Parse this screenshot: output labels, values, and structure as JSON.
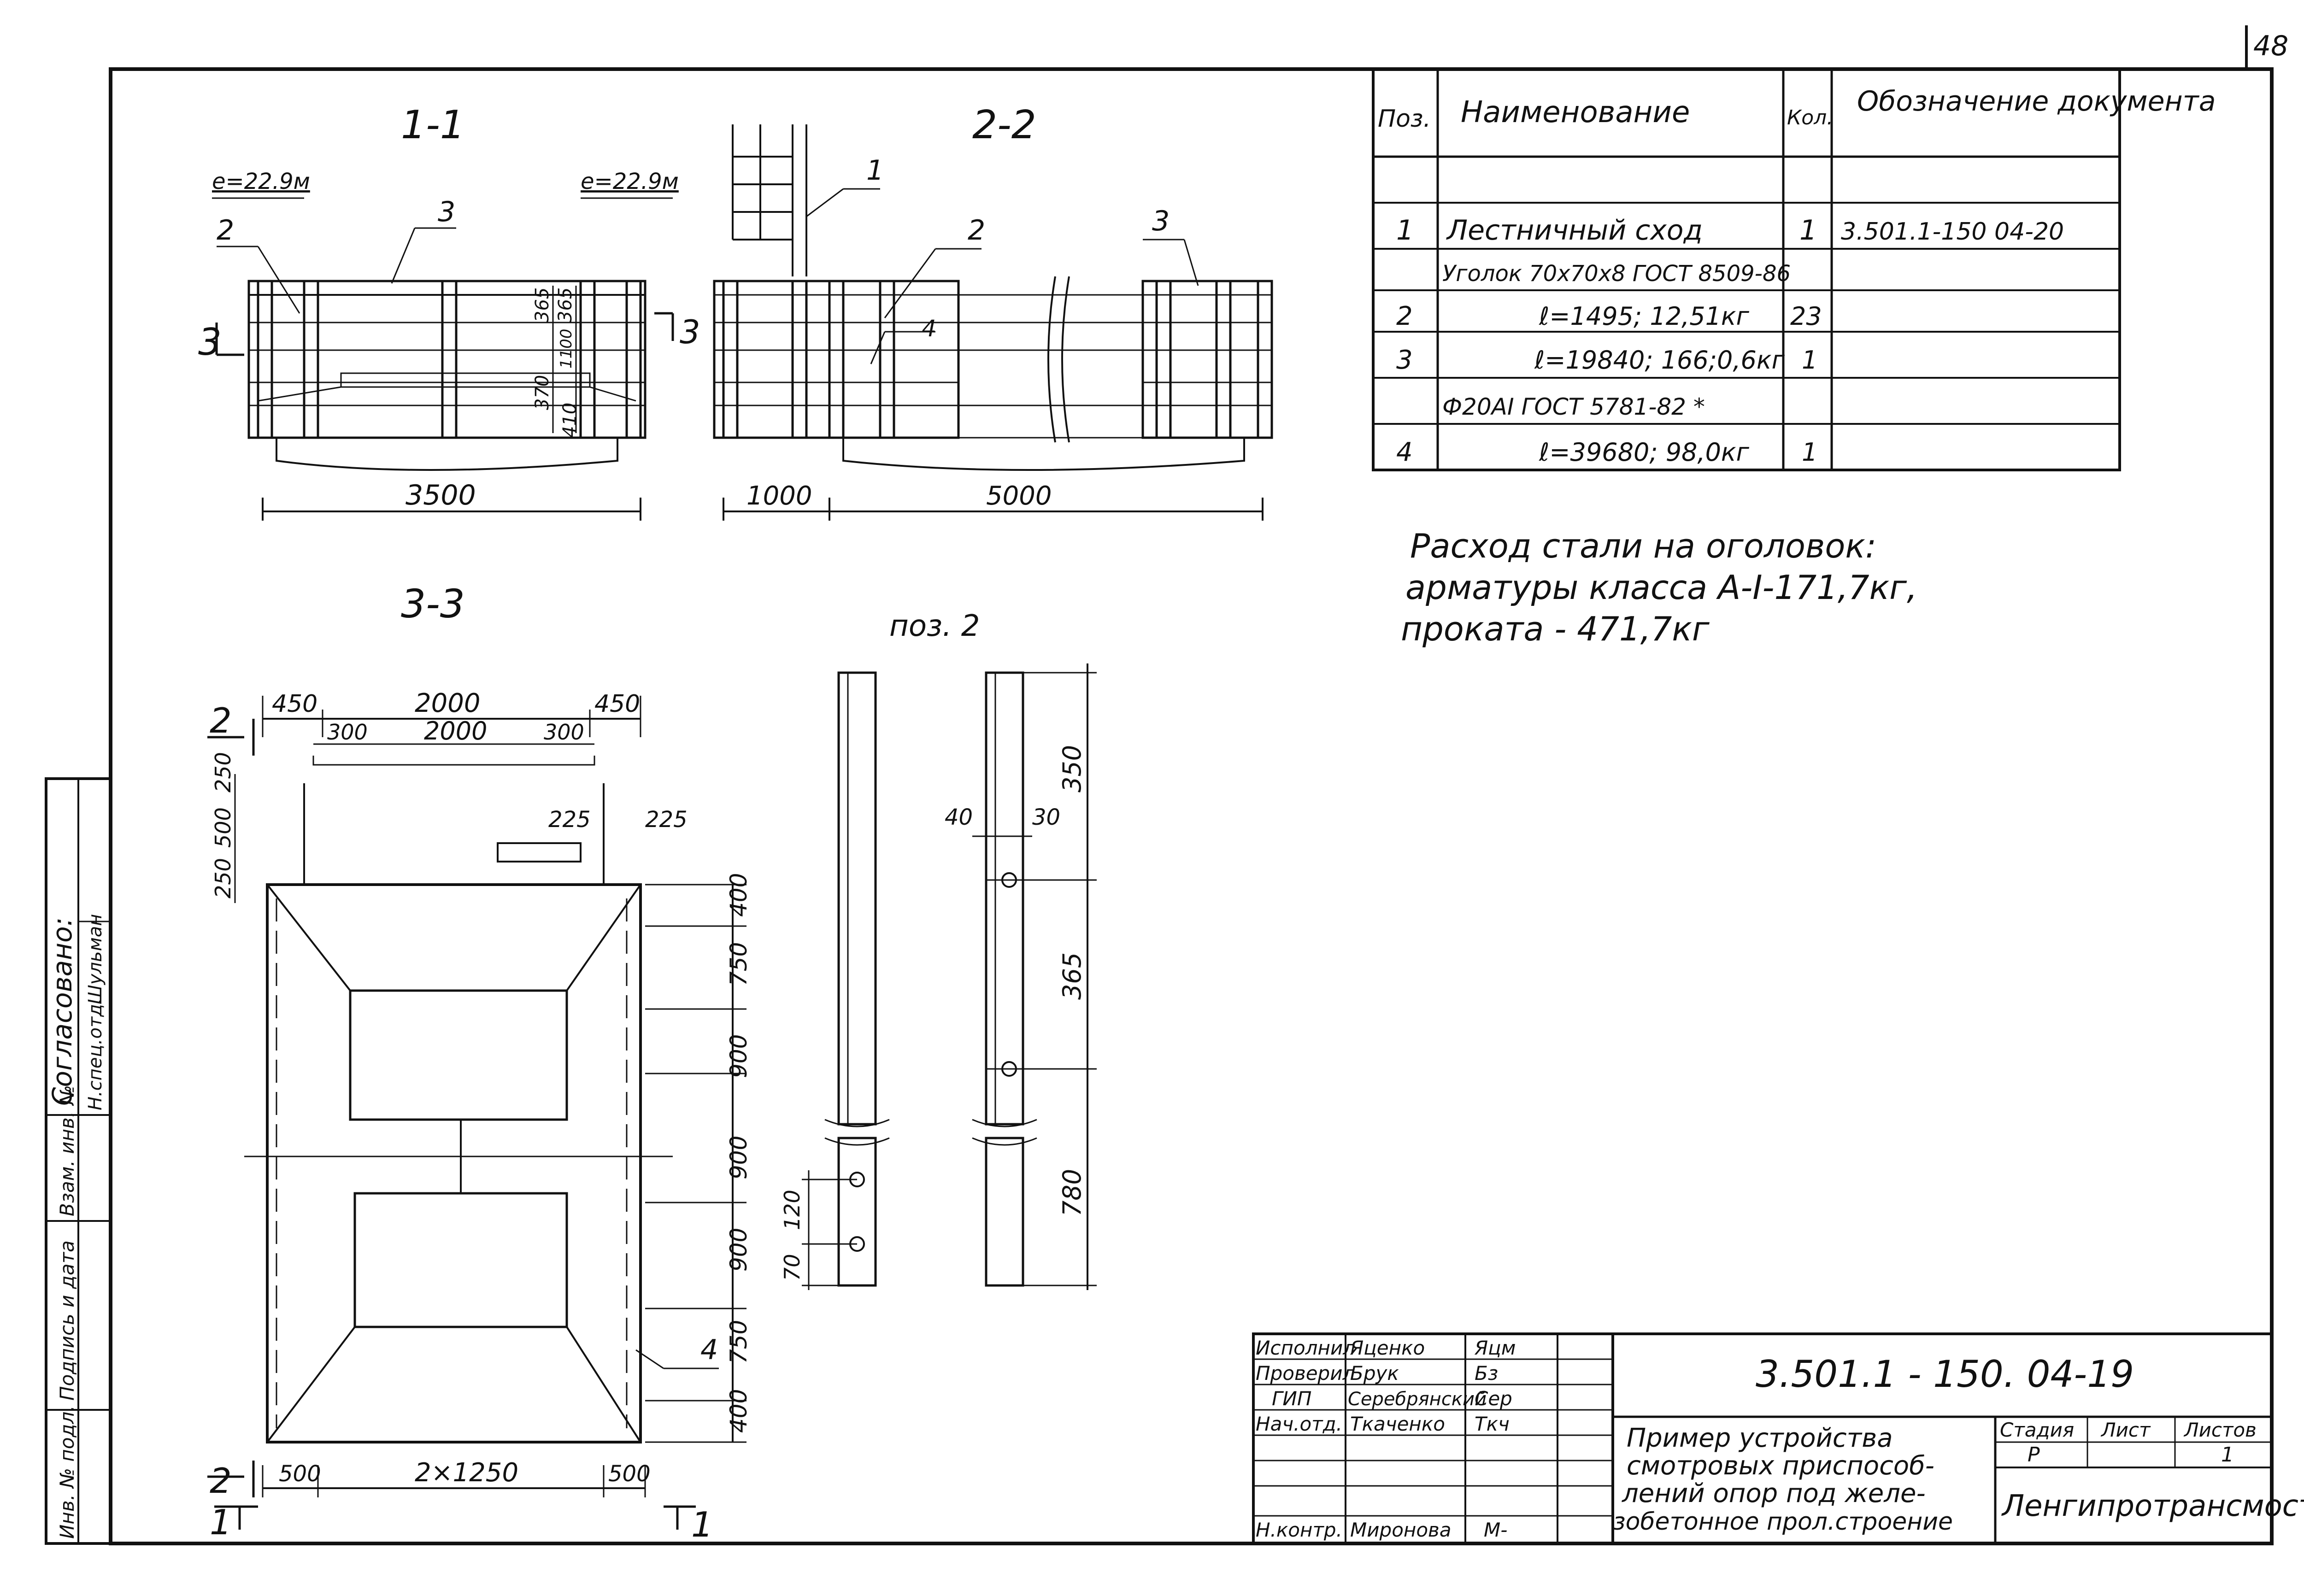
{
  "sheet": {
    "page_number": "48"
  },
  "sections": {
    "s11": {
      "title": "1-1",
      "elev_left": "e=22.9м",
      "elev_right": "e=22.9м",
      "dim_width": "3500",
      "pos_2": "2",
      "pos_3": "3",
      "cut_left": "3",
      "cut_right": "3",
      "dims_v": [
        "365",
        "365",
        "370",
        "410",
        "1100"
      ]
    },
    "s22": {
      "title": "2-2",
      "dim_left": "1000",
      "dim_main": "5000",
      "pos_1": "1",
      "pos_2": "2",
      "pos_3": "3",
      "pos_4": "4"
    },
    "s33": {
      "title": "3-3",
      "top_dims": [
        "450",
        "2000",
        "450"
      ],
      "top_inner_dims": [
        "300",
        "2000",
        "300"
      ],
      "left_dims": [
        "250",
        "500",
        "250"
      ],
      "side_dims": [
        "225",
        "225"
      ],
      "right_dims": [
        "400",
        "750",
        "900",
        "900",
        "900",
        "750",
        "400"
      ],
      "bottom_dims": [
        "500",
        "2×1250",
        "500"
      ],
      "cut_2_top": "2",
      "cut_2_bottom": "2",
      "cut_1_left": "1",
      "cut_1_right": "1",
      "pos_4": "4"
    },
    "pos2": {
      "title": "поз. 2",
      "dims_a": [
        "120",
        "70"
      ],
      "dims_b": [
        "40",
        "30",
        "350",
        "365",
        "780"
      ]
    }
  },
  "spec_table": {
    "headers": {
      "pos": "Поз.",
      "name": "Наименование",
      "qty": "Кол.",
      "doc": "Обозначение документа"
    },
    "rows": [
      {
        "pos": "",
        "name": "",
        "qty": "",
        "doc": ""
      },
      {
        "pos": "1",
        "name": "Лестничный сход",
        "qty": "1",
        "doc": "3.501.1-150 04-20"
      },
      {
        "pos": "",
        "name": "Уголок 70х70х8 ГОСТ 8509-86",
        "qty": "",
        "doc": ""
      },
      {
        "pos": "2",
        "name": "ℓ=1495; 12,51кг",
        "qty": "23",
        "doc": ""
      },
      {
        "pos": "3",
        "name": "ℓ=19840; 166;0,6кг",
        "qty": "1",
        "doc": ""
      },
      {
        "pos": "",
        "name": "Ф20АI ГОСТ 5781-82 *",
        "qty": "",
        "doc": ""
      },
      {
        "pos": "4",
        "name": "ℓ=39680; 98,0кг",
        "qty": "1",
        "doc": ""
      }
    ]
  },
  "steel_note": {
    "line1": "Расход стали на оголовок:",
    "line2": "арматуры класса А-I-171,7кг,",
    "line3": "проката - 471,7кг"
  },
  "side_stamp": {
    "agreed": "Согласовано:",
    "agreed_person_role": "Н.спец.отд.",
    "agreed_person": "Шульман",
    "inv_replace": "Взам. инв. №",
    "sign_date": "Подпись и дата",
    "inv_orig": "Инв. № подл."
  },
  "title_block": {
    "signatures": [
      {
        "role": "Исполнил",
        "name": "Яценко",
        "sign": "Яцм"
      },
      {
        "role": "Проверил",
        "name": "Брук",
        "sign": "Бз"
      },
      {
        "role": "ГИП",
        "name": "Серебрянский",
        "sign": "Сер"
      },
      {
        "role": "Нач.отд.",
        "name": "Ткаченко",
        "sign": "Ткч"
      },
      {
        "role": "",
        "name": "",
        "sign": ""
      },
      {
        "role": "",
        "name": "",
        "sign": ""
      },
      {
        "role": "",
        "name": "",
        "sign": ""
      },
      {
        "role": "Н.контр.",
        "name": "Миронова",
        "sign": "М-"
      }
    ],
    "doc_code": "3.501.1 - 150. 04-19",
    "title_lines": [
      "Пример устройства",
      "смотровых приспособ-",
      "лений опор под желе-",
      "зобетонное прол.строение"
    ],
    "stage_label": "Стадия",
    "sheet_label": "Лист",
    "sheets_label": "Листов",
    "stage": "Р",
    "sheet": "",
    "sheets": "1",
    "org": "Ленгипротрансмост"
  }
}
